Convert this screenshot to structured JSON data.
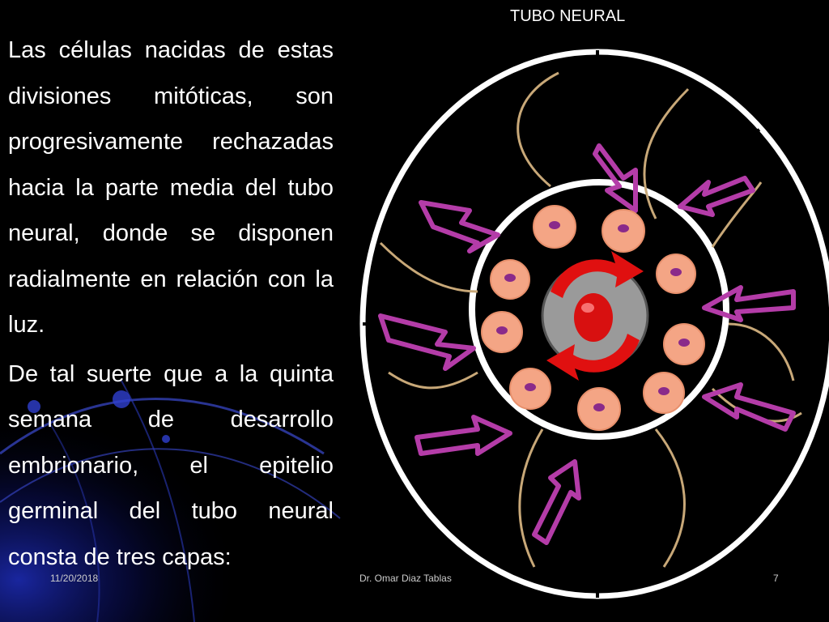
{
  "slide": {
    "paragraphs": [
      "Las células nacidas de estas divisiones mitóticas, son progresivamente rechazadas hacia la parte media del tubo neural, donde se disponen radialmente en relación con la luz.",
      "De tal suerte que a la quinta semana de desarrollo embrionario, el epitelio germinal del tubo neural consta de tres capas:"
    ],
    "figure_title": "TUBO NEURAL"
  },
  "footer": {
    "date": "11/20/2018",
    "author": "Dr. Omar Diaz Tablas",
    "page": "7"
  },
  "colors": {
    "background": "#000000",
    "accent_blue": "#1a2a9a",
    "arrow_magenta": "#b43ca8",
    "cell_salmon": "#f4a585",
    "center_red": "#e01010"
  }
}
